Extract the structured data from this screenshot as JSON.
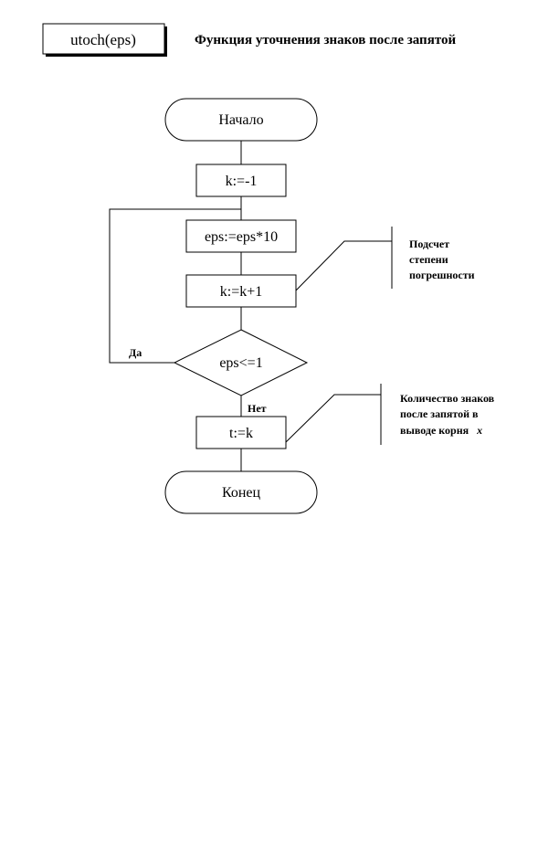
{
  "header": {
    "function_name": "utoch(eps)",
    "description": "Функция уточнения знаков после запятой"
  },
  "blocks": {
    "start": "Начало",
    "init": "k:=-1",
    "multiply": "eps:=eps*10",
    "increment": "k:=k+1",
    "condition": "eps<=1",
    "assign": "t:=k",
    "end": "Конец"
  },
  "branches": {
    "yes": "Да",
    "no": "Нет"
  },
  "comments": {
    "loop_note": [
      "Подсчет",
      "степени",
      "погрешности"
    ],
    "result_note_lines": [
      "Количество знаков",
      "после запятой в",
      "выводе корня"
    ],
    "result_note_var": "x"
  }
}
